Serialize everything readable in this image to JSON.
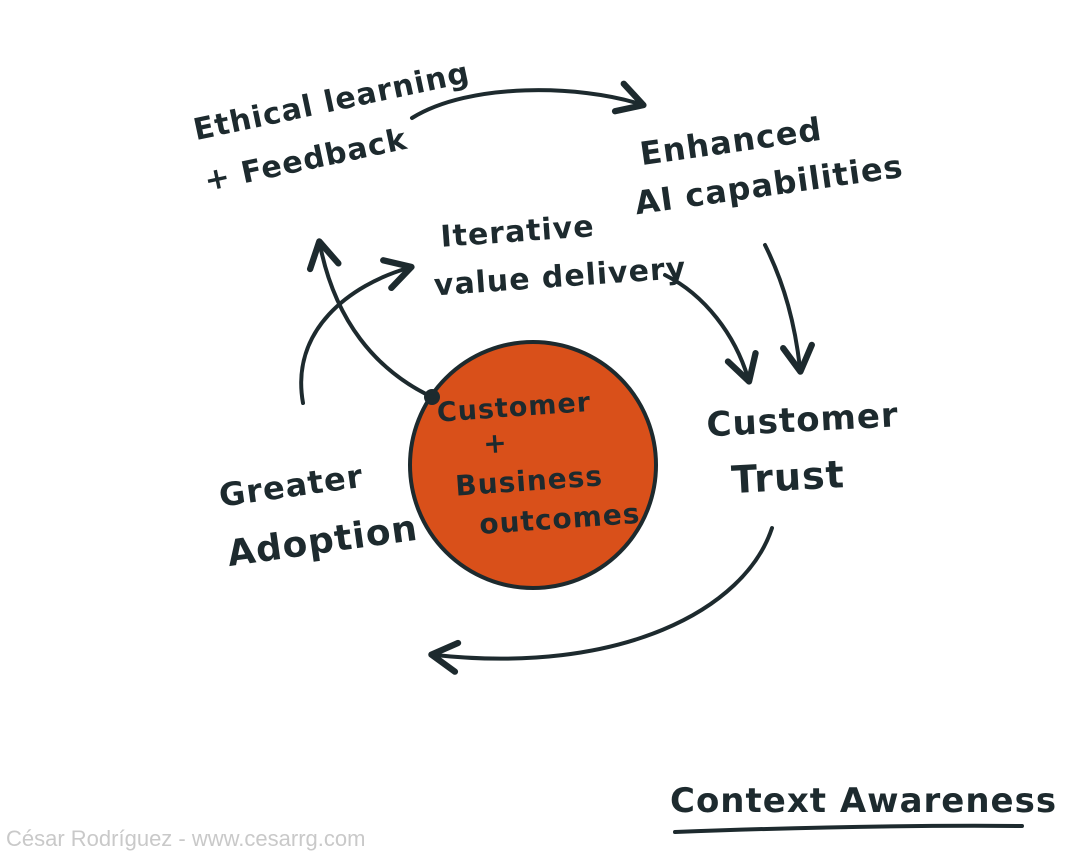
{
  "diagram": {
    "nodes": {
      "ethical_line1": "Ethical learning",
      "ethical_line2": "+ Feedback",
      "enhanced_line1": "Enhanced",
      "enhanced_line2": "AI capabilities",
      "iterative_line1": "Iterative",
      "iterative_line2": "value delivery",
      "trust_line1": "Customer",
      "trust_line2": "Trust",
      "adoption_line1": "Greater",
      "adoption_line2": "Adoption"
    },
    "center": {
      "line1": "Customer",
      "line2": "+",
      "line3": "Business",
      "line4": "outcomes"
    },
    "footer_title": "Context Awareness",
    "credit": "César Rodríguez - www.cesarrg.com"
  },
  "colors": {
    "accent": "#d9501a",
    "ink": "#1d2a2e",
    "credit": "#c9c9c9"
  }
}
